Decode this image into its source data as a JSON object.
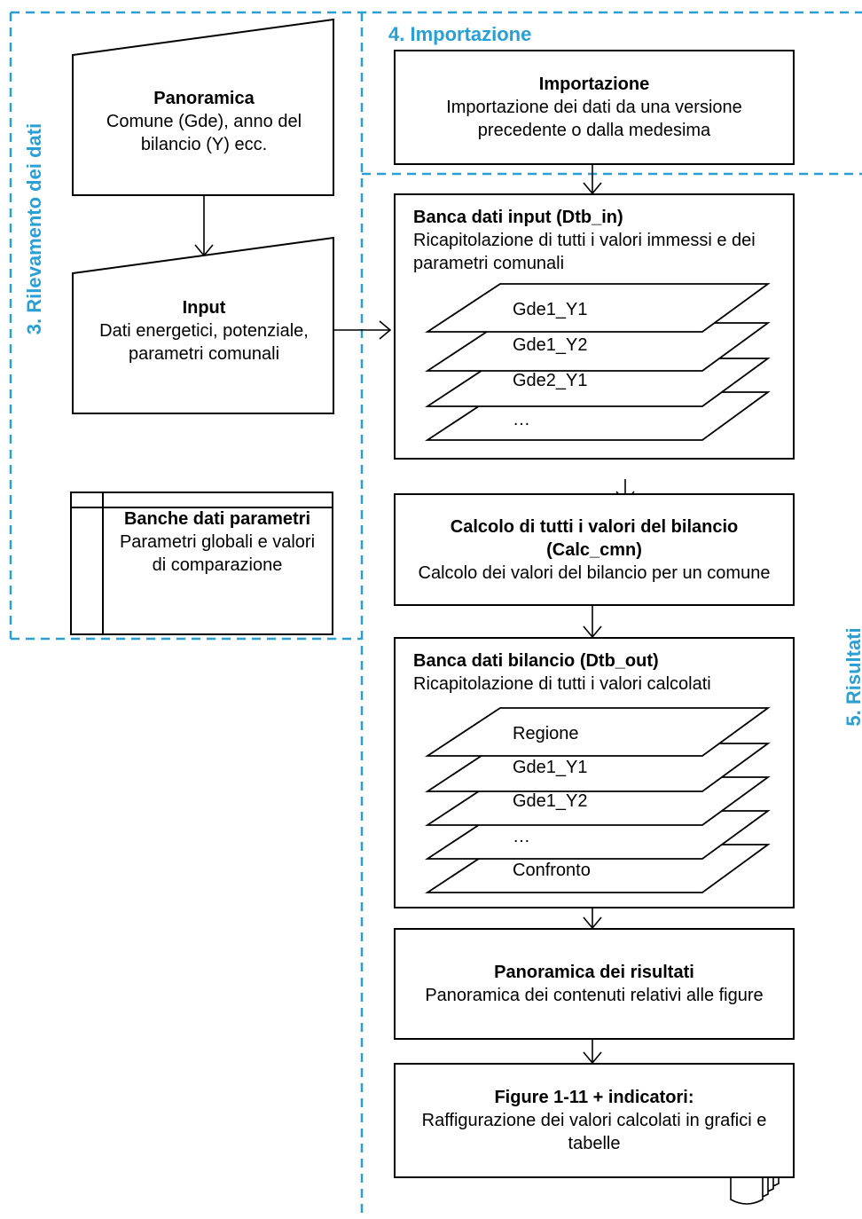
{
  "sections": {
    "rilevamento": "3. Rilevamento dei dati",
    "importazione": "4. Importazione",
    "risultati": "5. Risultati"
  },
  "panoramica": {
    "title": "Panoramica",
    "desc": "Comune (Gde), anno del bilancio (Y) ecc."
  },
  "input": {
    "title": "Input",
    "desc": "Dati energetici, potenziale, parametri comunali"
  },
  "banche_parametri": {
    "title": "Banche dati parametri",
    "desc": "Parametri globali e valori di comparazione"
  },
  "importazione_box": {
    "title": "Importazione",
    "desc": "Importazione dei dati da una versione precedente o dalla medesima"
  },
  "dtb_in": {
    "title": "Banca dati input (Dtb_in)",
    "desc": "Ricapitolazione di tutti i valori immessi e dei parametri comunali",
    "layers": [
      "Gde1_Y1",
      "Gde1_Y2",
      "Gde2_Y1",
      "…"
    ]
  },
  "calc": {
    "title": "Calcolo di tutti i valori del bilancio (Calc_cmn)",
    "desc": "Calcolo dei valori del bilancio per un comune"
  },
  "dtb_out": {
    "title": "Banca dati bilancio (Dtb_out)",
    "desc": "Ricapitolazione di tutti i valori calcolati",
    "layers": [
      "Regione",
      "Gde1_Y1",
      "Gde1_Y2",
      "…",
      "Confronto"
    ]
  },
  "panoramica_risultati": {
    "title": "Panoramica dei risultati",
    "desc": "Panoramica dei contenuti relativi alle figure"
  },
  "figure": {
    "title": "Figure 1-11 + indicatori:",
    "desc": "Raffigurazione dei valori calcolati in grafici e tabelle"
  },
  "colors": {
    "section": "#2a9fd6",
    "line": "#000000"
  }
}
